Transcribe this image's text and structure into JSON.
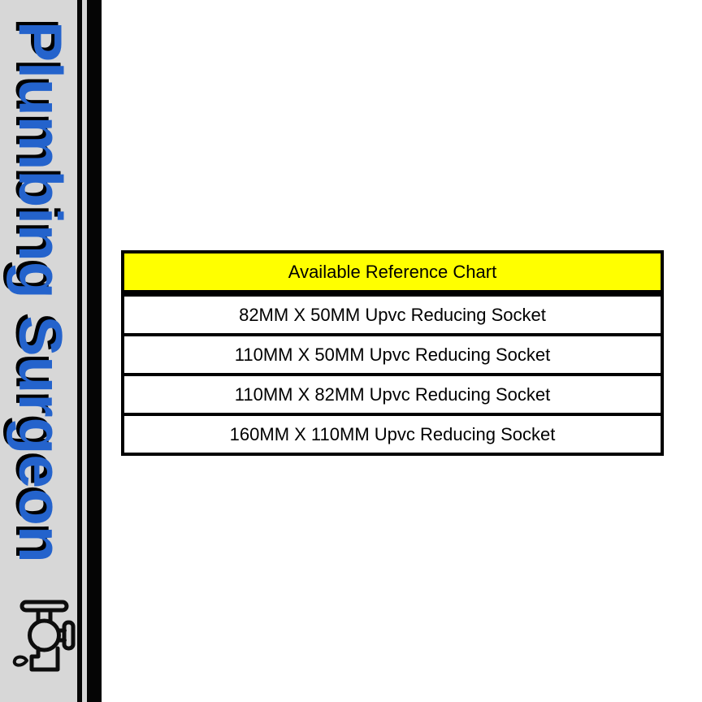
{
  "sidebar": {
    "brand": "Plumbing Surgeon",
    "brand_color": "#2463cc",
    "brand_shadow_color": "#000000",
    "background": "#d7d7d7",
    "divider_color": "#050505",
    "icon": "dripping-tap-icon"
  },
  "table": {
    "header": "Available Reference Chart",
    "header_bg": "#ffff00",
    "border_color": "#000000",
    "rows": [
      "82MM X 50MM Upvc Reducing Socket",
      "110MM X 50MM Upvc Reducing Socket",
      "110MM X 82MM Upvc Reducing Socket",
      "160MM X 110MM Upvc Reducing Socket"
    ]
  }
}
